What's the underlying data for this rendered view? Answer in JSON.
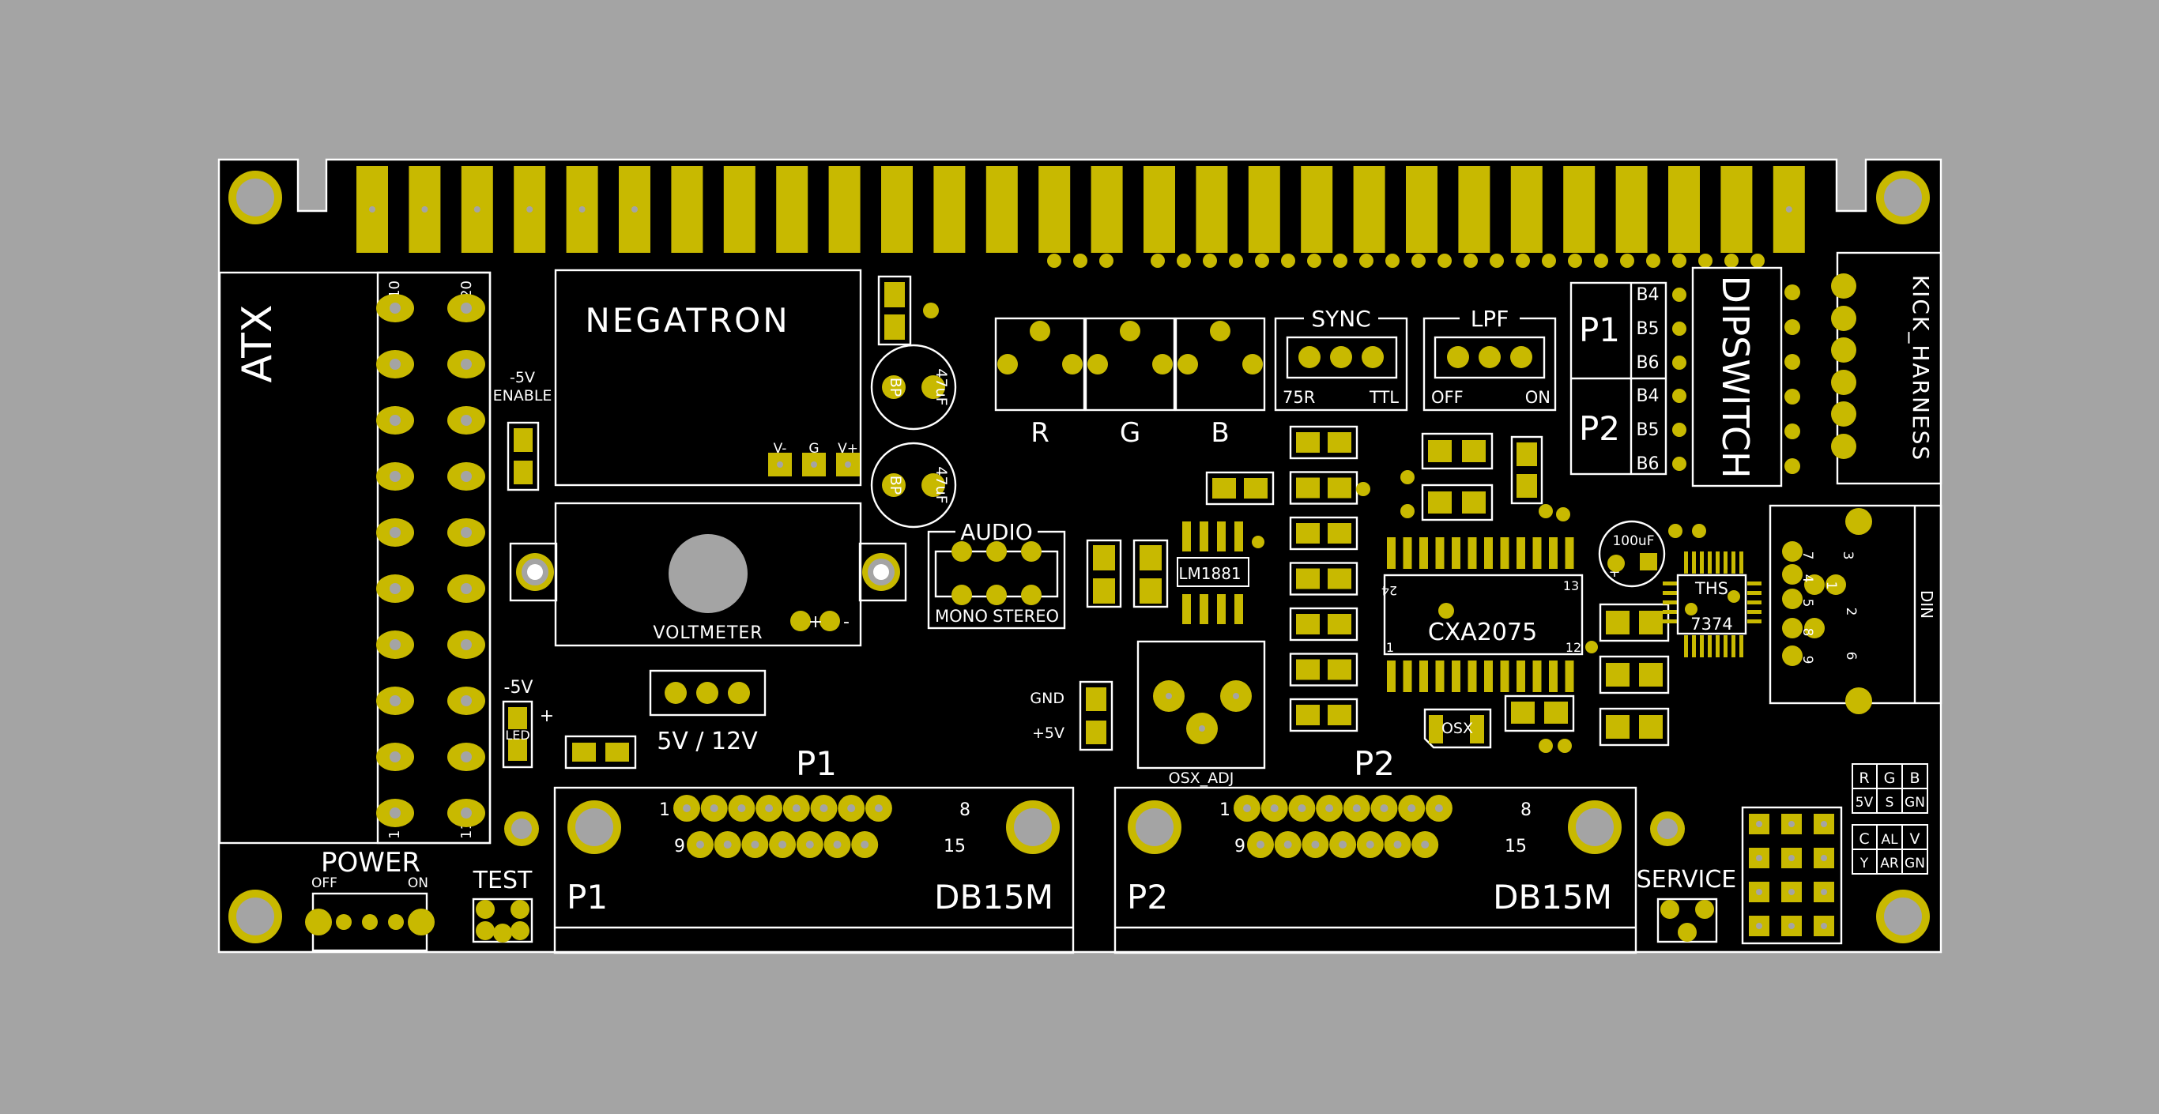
{
  "colors": {
    "background": "#a4a4a4",
    "board": "#000000",
    "copper": "#c8b900",
    "silkscreen": "#ffffff",
    "drill": "#a4a4a4"
  },
  "labels": {
    "atx": "ATX",
    "atx_pin_10": "10",
    "atx_pin_20": "20",
    "atx_pin_1": "1",
    "atx_pin_11": "11",
    "neg5v_enable_1": "-5V",
    "neg5v_enable_2": "ENABLE",
    "negatron": "NEGATRON",
    "neg_vminus": "V-",
    "neg_g": "G",
    "neg_vplus": "V+",
    "cap_47uf": "47uF",
    "cap_bp": "BP",
    "voltmeter": "VOLTMETER",
    "plus": "+",
    "minus": "-",
    "neg5v_led_1": "-5V",
    "neg5v_led_2": "LED",
    "sel_5v_12v": "5V / 12V",
    "r": "R",
    "g": "G",
    "b": "B",
    "sync": "SYNC",
    "sync_75r": "75R",
    "sync_ttl": "TTL",
    "lpf": "LPF",
    "lpf_off": "OFF",
    "lpf_on": "ON",
    "p1": "P1",
    "p2": "P2",
    "b4": "B4",
    "b5": "B5",
    "b6": "B6",
    "dipswitch": "DIPSWITCH",
    "kick_harness": "KICK_HARNESS",
    "audio": "AUDIO",
    "mono": "MONO",
    "stereo": "STEREO",
    "lm1881": "LM1881",
    "cap_100uf": "100uF",
    "cxa2075": "CXA2075",
    "cxa_pin_24": "24",
    "cxa_pin_13": "13",
    "cxa_pin_1": "1",
    "cxa_pin_12": "12",
    "ths": "THS",
    "ths_num": "7374",
    "din": "DIN",
    "din_pin_3": "3",
    "din_pin_7": "7",
    "din_pin_1": "1",
    "din_pin_4": "4",
    "din_pin_2": "2",
    "din_pin_5": "5",
    "din_pin_8": "8",
    "din_pin_6": "6",
    "gnd": "GND",
    "plus5v": "+5V",
    "osx_adj": "OSX_ADJ",
    "osx": "OSX",
    "db_pin_1": "1",
    "db_pin_8": "8",
    "db_pin_9": "9",
    "db_pin_15": "15",
    "db15m": "DB15M",
    "power": "POWER",
    "power_off": "OFF",
    "power_on": "ON",
    "test": "TEST",
    "service": "SERVICE",
    "pin_r": "R",
    "pin_g": "G",
    "pin_b": "B",
    "pin_5v": "5V",
    "pin_s": "S",
    "pin_gn": "GN",
    "pin_c": "C",
    "pin_al": "AL",
    "pin_v": "V",
    "pin_y": "Y",
    "pin_ar": "AR",
    "pin_gn2": "GN"
  }
}
